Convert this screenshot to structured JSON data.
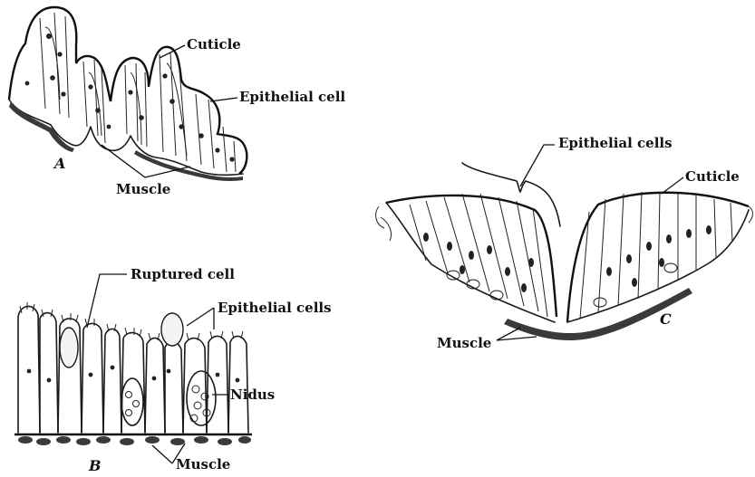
{
  "figure": {
    "panels": {
      "A": {
        "letter": "A",
        "labels": {
          "cuticle": "Cuticle",
          "epithelial_cell": "Epithelial cell",
          "muscle": "Muscle"
        }
      },
      "B": {
        "letter": "B",
        "labels": {
          "ruptured_cell": "Ruptured cell",
          "epithelial_cells": "Epithelial cells",
          "nidus": "Nidus",
          "muscle": "Muscle"
        }
      },
      "C": {
        "letter": "C",
        "labels": {
          "epithelial_cells": "Epithelial cells",
          "cuticle": "Cuticle",
          "muscle": "Muscle"
        }
      }
    }
  }
}
